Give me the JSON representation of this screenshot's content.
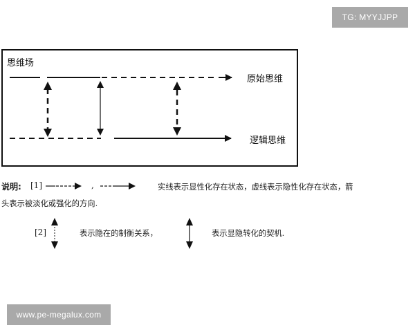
{
  "watermarks": {
    "top": "TG: MYYJJPP",
    "bottom": "www.pe-megalux.com"
  },
  "diagram": {
    "box_title": "思维场",
    "rows": [
      {
        "label": "原始思维"
      },
      {
        "label": "逻辑思维"
      }
    ]
  },
  "legend": {
    "heading": "说明:",
    "item1_index": "[1]",
    "item1_sep": ",",
    "item1_text_a": "实线表示显性化存在状态，虚线表示隐性化存在状态，箭",
    "item1_text_b": "头表示被淡化或强化的方向.",
    "item2_index": "[2]",
    "item2_text_a": "表示隐在的制衡关系，",
    "item2_text_b": "表示显隐转化的契机."
  },
  "colors": {
    "stroke": "#111111",
    "watermark_bg": "#a9a9a9",
    "watermark_text": "#ffffff"
  }
}
